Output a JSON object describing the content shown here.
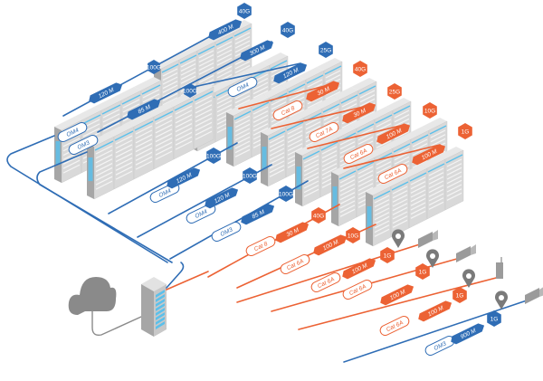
{
  "colors": {
    "fiber": "#2f6db5",
    "copper": "#ec6234",
    "rack_front": "#d9d9d9",
    "rack_side": "#a6a6a6",
    "rack_top": "#e8e8e8",
    "rack_accent": "#5bc0eb",
    "device": "#9b9b9b"
  },
  "rows": [
    {
      "id": "r1",
      "media": "fiber",
      "cable": "OM4",
      "length": "120 M",
      "speed": "100G",
      "top_length": "400 M",
      "top_speed": "40G"
    },
    {
      "id": "r2",
      "media": "fiber",
      "cable": "OM3",
      "length": "85 M",
      "speed": "100G",
      "top_length": "300 M",
      "top_speed": "40G"
    },
    {
      "id": "r3",
      "media": "fiber",
      "cable": "OM4",
      "length": "120 M",
      "speed": "100G",
      "top_length": "120 M",
      "top_speed": "25G"
    },
    {
      "id": "r4",
      "media": "copper",
      "cable": "Cat 8",
      "length": "30 M",
      "speed": "40G",
      "top_length": "30 M",
      "top_speed": "40G"
    },
    {
      "id": "r5",
      "media": "copper",
      "cable": "Cat 7A",
      "length": "30 M",
      "speed": "25G",
      "top_length": "30 M",
      "top_speed": "25G"
    },
    {
      "id": "r6",
      "media": "copper",
      "cable": "Cat 6A",
      "length": "100 M",
      "speed": "10G",
      "top_length": "100 M",
      "top_speed": "10G"
    },
    {
      "id": "r7",
      "media": "copper",
      "cable": "Cat 6A",
      "length": "100 M",
      "speed": "1G",
      "top_length": "100 M",
      "top_speed": "1G"
    }
  ],
  "lower_links": [
    {
      "media": "fiber",
      "cable": "OM4",
      "length": "120 M",
      "speed": "100G"
    },
    {
      "media": "fiber",
      "cable": "OM4",
      "length": "120 M",
      "speed": "100G"
    },
    {
      "media": "fiber",
      "cable": "OM3",
      "length": "85 M",
      "speed": "100G"
    },
    {
      "media": "copper",
      "cable": "Cat 8",
      "length": "30 M",
      "speed": "40G"
    },
    {
      "media": "copper",
      "cable": "Cat 6A",
      "length": "100 M",
      "speed": "10G"
    }
  ],
  "edge_links": [
    {
      "media": "copper",
      "cable": "Cat 6A",
      "length": "100 M",
      "speed": "1G",
      "pin_icon": "lock",
      "device": "camera"
    },
    {
      "media": "copper",
      "cable": "Cat 6A",
      "length": "100 M",
      "speed": "1G",
      "pin_icon": "bulb",
      "device": "camera"
    },
    {
      "media": "copper",
      "cable": "Cat 6A",
      "length": "100 M",
      "speed": "1G",
      "pin_icon": "bolt",
      "device": "wifi-access-point"
    },
    {
      "media": "fiber",
      "cable": "OM3",
      "length": "900 M",
      "speed": "1G",
      "pin_icon": "lock",
      "device": "camera"
    }
  ],
  "core": {
    "cloud": "cloud-icon",
    "switch": "core-switch"
  }
}
